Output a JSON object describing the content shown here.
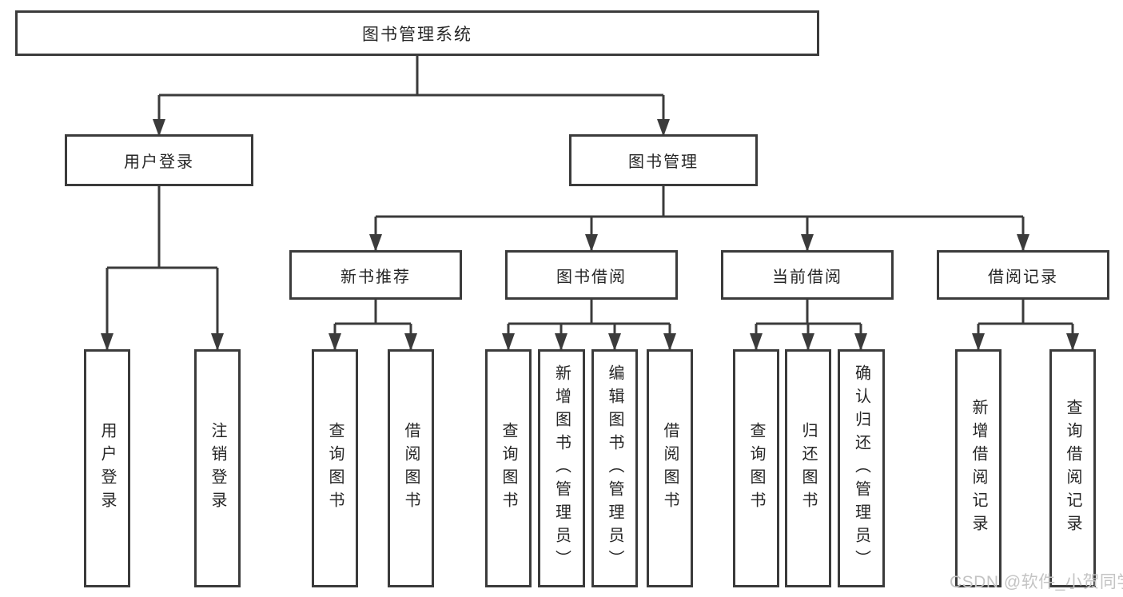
{
  "diagram": {
    "type": "tree-diagram",
    "root": {
      "label": "图书管理系统",
      "children": [
        {
          "label": "用户登录",
          "children": [
            {
              "label": "用户登录"
            },
            {
              "label": "注销登录"
            }
          ]
        },
        {
          "label": "图书管理",
          "children": [
            {
              "label": "新书推荐",
              "children": [
                {
                  "label": "查询图书"
                },
                {
                  "label": "借阅图书"
                }
              ]
            },
            {
              "label": "图书借阅",
              "children": [
                {
                  "label": "查询图书"
                },
                {
                  "label": "新增图书（管理员）"
                },
                {
                  "label": "编辑图书（管理员）"
                },
                {
                  "label": "借阅图书"
                }
              ]
            },
            {
              "label": "当前借阅",
              "children": [
                {
                  "label": "查询图书"
                },
                {
                  "label": "归还图书"
                },
                {
                  "label": "确认归还（管理员）"
                }
              ]
            },
            {
              "label": "借阅记录",
              "children": [
                {
                  "label": "新增借阅记录"
                },
                {
                  "label": "查询借阅记录"
                }
              ]
            }
          ]
        }
      ]
    }
  },
  "watermark": {
    "text": "CSDN @软件_小贺同学",
    "color": "#c4c4c4"
  },
  "colors": {
    "line": "#3b3b3b",
    "box_border": "#3b3b3b",
    "box_fill": "#ffffff",
    "text": "#262626",
    "background": "#ffffff"
  }
}
